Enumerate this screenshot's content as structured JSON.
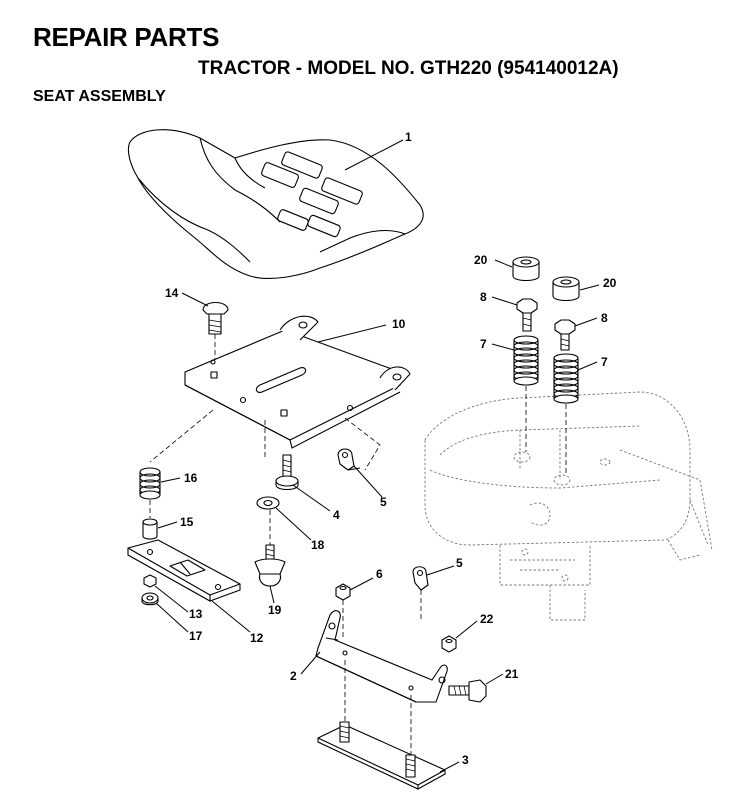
{
  "header": {
    "title": "REPAIR PARTS",
    "subtitle": "TRACTOR - MODEL NO. GTH220 (954140012A)",
    "section": "SEAT ASSEMBLY"
  },
  "callouts": {
    "c1": "1",
    "c2": "2",
    "c3": "3",
    "c4": "4",
    "c5a": "5",
    "c5b": "5",
    "c6": "6",
    "c7a": "7",
    "c7b": "7",
    "c8a": "8",
    "c8b": "8",
    "c10": "10",
    "c12": "12",
    "c13": "13",
    "c14": "14",
    "c15": "15",
    "c16": "16",
    "c17": "17",
    "c18": "18",
    "c19": "19",
    "c20a": "20",
    "c20b": "20",
    "c21": "21",
    "c22": "22"
  }
}
